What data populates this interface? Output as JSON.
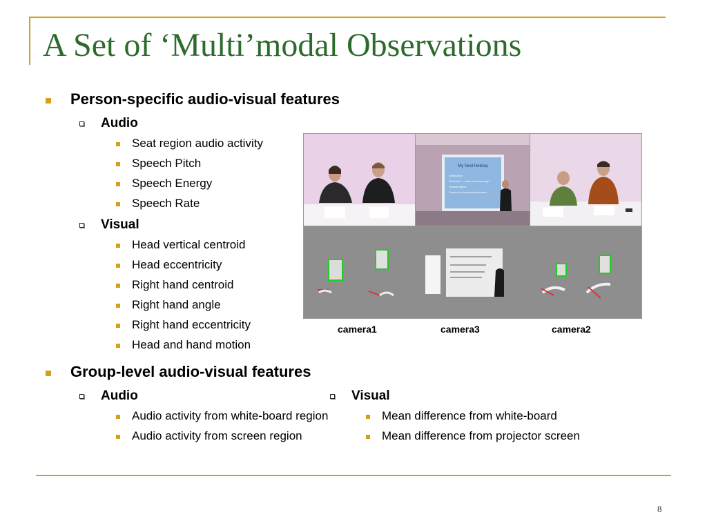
{
  "title": "A Set of ‘Multi’modal Observations",
  "person": {
    "heading": "Person-specific audio-visual features",
    "audio": {
      "label": "Audio",
      "items": [
        "Seat region audio activity",
        "Speech Pitch",
        "Speech Energy",
        "Speech Rate"
      ]
    },
    "visual": {
      "label": "Visual",
      "items": [
        "Head vertical centroid",
        "Head eccentricity",
        "Right hand centroid",
        "Right hand angle",
        "Right hand eccentricity",
        "Head and hand motion"
      ]
    }
  },
  "group": {
    "heading": "Group-level audio-visual features",
    "audio": {
      "label": "Audio",
      "items": [
        "Audio activity from white-board region",
        "Audio activity from screen region"
      ]
    },
    "visual": {
      "label": "Visual",
      "items": [
        "Mean difference from white-board",
        "Mean difference from projector screen"
      ]
    }
  },
  "figure": {
    "camera_labels": [
      "camera1",
      "camera3",
      "camera2"
    ],
    "slide_title": "My Next Holiday",
    "slide_bullets": [
      "Destination",
      "Schedule — when and how long?",
      "Transportation",
      "Factors in choosing destination"
    ]
  },
  "page_number": "8",
  "colors": {
    "accent": "#d4a017",
    "title": "#2d6b2d"
  }
}
